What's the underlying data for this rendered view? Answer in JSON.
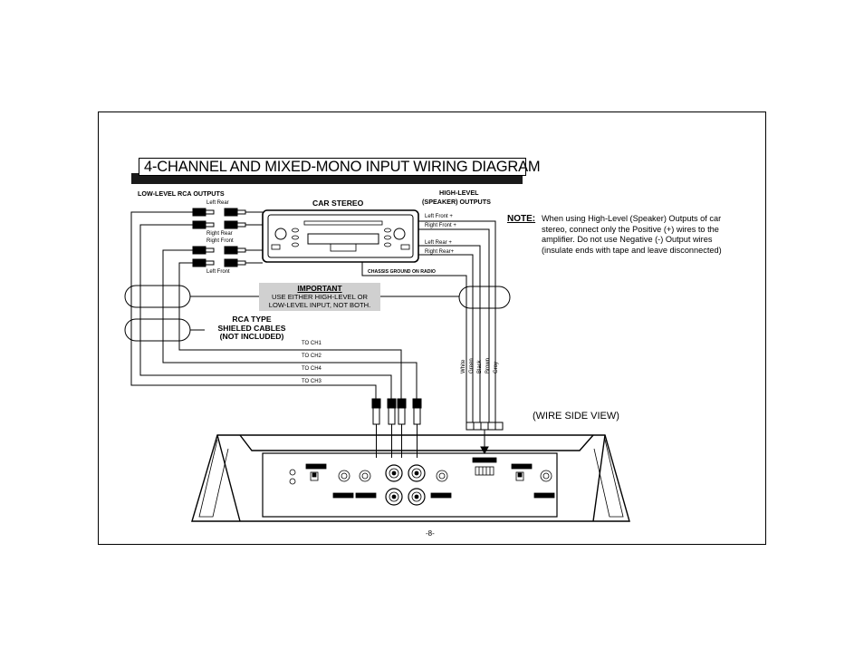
{
  "title": "4-CHANNEL AND MIXED-MONO INPUT WIRING DIAGRAM",
  "labels": {
    "low_level": "LOW-LEVEL RCA OUTPUTS",
    "car_stereo": "CAR STEREO",
    "high_level_line1": "HIGH-LEVEL",
    "high_level_line2": "(SPEAKER) OUTPUTS",
    "left_rear": "Left Rear",
    "right_rear": "Right Rear",
    "right_front": "Right Front",
    "left_front": "Left Front",
    "hl_left_front": "Left Front +",
    "hl_right_front": "Right Front +",
    "hl_left_rear": "Left Rear +",
    "hl_right_rear": "Right Rear+",
    "chassis_ground": "CHASSIS GROUND ON RADIO",
    "to_ch1": "TO CH1",
    "to_ch2": "TO CH2",
    "to_ch4": "TO CH4",
    "to_ch3": "TO CH3",
    "rca_line1": "RCA TYPE",
    "rca_line2": "SHIELED CABLES",
    "rca_line3": "(NOT INCLUDED)",
    "wire_side_view": "(WIRE SIDE VIEW)",
    "page_number": "-8-"
  },
  "important": {
    "title": "IMPORTANT",
    "line1": "USE EITHER HIGH-LEVEL OR",
    "line2": "LOW-LEVEL INPUT, NOT BOTH."
  },
  "note": {
    "label": "NOTE:",
    "text": "When using High-Level (Speaker) Outputs of car stereo, connect only the Positive (+) wires to the amplifier. Do not use Negative (-) Output wires (insulate ends with tape and leave disconnected)"
  },
  "wire_colors": [
    "White",
    "Green",
    "Black",
    "Brown",
    "Gray"
  ]
}
